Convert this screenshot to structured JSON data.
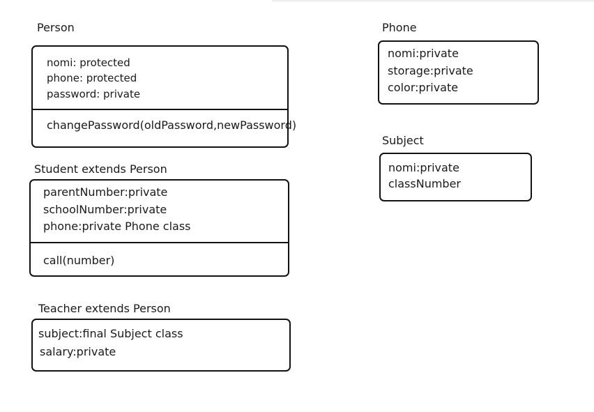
{
  "person": {
    "title": "Person",
    "attributes": [
      "nomi: protected",
      "phone: protected",
      "password: private"
    ],
    "methods": [
      "changePassword(oldPassword,newPassword)"
    ]
  },
  "student": {
    "title": "Student extends Person",
    "attributes": [
      "parentNumber:private",
      "schoolNumber:private",
      "phone:private  Phone class"
    ],
    "methods": [
      "call(number)"
    ]
  },
  "teacher": {
    "title": "Teacher extends Person",
    "attributes": [
      "subject:final Subject class",
      "salary:private"
    ]
  },
  "phone": {
    "title": "Phone",
    "attributes": [
      "nomi:private",
      "storage:private",
      "color:private"
    ]
  },
  "subject": {
    "title": "Subject",
    "attributes": [
      "nomi:private",
      "classNumber"
    ]
  }
}
